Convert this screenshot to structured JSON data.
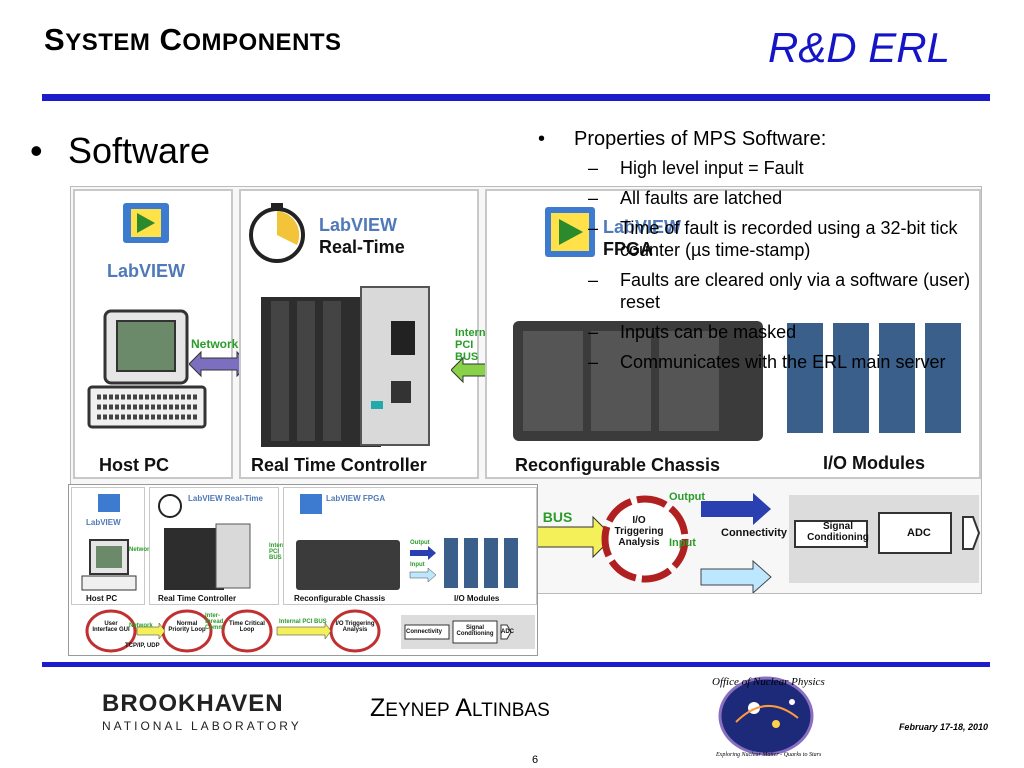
{
  "header": {
    "title_s": "S",
    "title_ystem": "YSTEM",
    "title_c": "C",
    "title_omponents": "OMPONENTS",
    "brand": "R&D ERL"
  },
  "left_bullet": "Software",
  "properties": {
    "heading": "Properties of MPS Software:",
    "items": [
      "High level input = Fault",
      "All faults are latched",
      "Time of fault is recorded using a 32-bit tick counter (µs time-stamp)",
      "Faults are cleared only via a software (user) reset",
      "Inputs can be masked",
      "Communicates with the ERL main server"
    ]
  },
  "big_diagram": {
    "labview": "LabVIEW",
    "labview_rt_top": "LabVIEW",
    "labview_rt_bottom": "Real-Time",
    "labview_fpga_top": "LabVIEW",
    "labview_fpga_bottom": "FPGA",
    "network": "Network",
    "internal_pci_bus": "Internal PCI BUS",
    "output": "Output",
    "input": "Input",
    "host_pc": "Host PC",
    "real_time_controller": "Real Time Controller",
    "reconfigurable_chassis": "Reconfigurable Chassis",
    "io_modules": "I/O Modules",
    "bus_fragment": "I BUS",
    "io_triggering": "I/O Triggering Analysis",
    "connectivity": "Connectivity",
    "signal_conditioning": "Signal Conditioning",
    "adc": "ADC"
  },
  "small_diagram": {
    "labview": "LabVIEW",
    "labview_rt": "LabVIEW Real-Time",
    "labview_fpga": "LabVIEW FPGA",
    "network": "Network",
    "internal_pci_bus": "Internal PCI BUS",
    "output": "Output",
    "input": "Input",
    "host_pc": "Host PC",
    "real_time_controller": "Real Time Controller",
    "reconfigurable_chassis": "Reconfigurable Chassis",
    "io_modules": "I/O Modules",
    "user_interface": "User Interface GUI",
    "tcp": "TCP/IP, UDP",
    "normal_priority": "Normal Priority Loop",
    "inter_thread": "Inter-thread Comm.",
    "time_critical": "Time Critical Loop",
    "io_triggering": "I/O Triggering Analysis",
    "connectivity": "Connectivity",
    "signal_conditioning": "Signal Conditioning",
    "adc": "ADC"
  },
  "footer": {
    "bnl_line1": "BROOKHAVEN",
    "bnl_line2": "NATIONAL LABORATORY",
    "author_z": "Z",
    "author_eynep": "EYNEP",
    "author_a": "A",
    "author_ltinbas": "LTINBAS",
    "onp_top": "Office of Nuclear Physics",
    "onp_bottom": "Exploring Nuclear Matter - Quarks to Stars",
    "date": "February 17-18, 2010",
    "page": "6"
  },
  "colors": {
    "rule": "#1c1ccc",
    "brand": "#1515c8",
    "labview": "#4f79b8",
    "green_tag": "#2a9c2a"
  }
}
